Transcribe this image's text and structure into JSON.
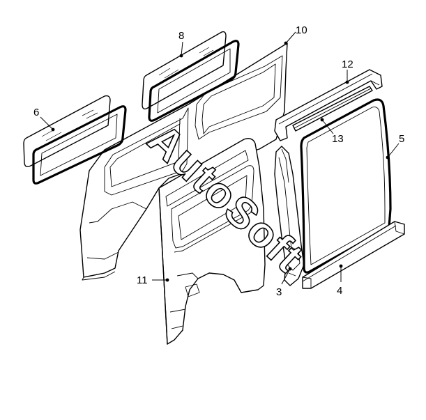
{
  "watermark": "AutoSoft",
  "callouts": {
    "c3": "3",
    "c4": "4",
    "c5": "5",
    "c6": "6",
    "c8": "8",
    "c10": "10",
    "c11": "11",
    "c12": "12",
    "c13": "13"
  }
}
